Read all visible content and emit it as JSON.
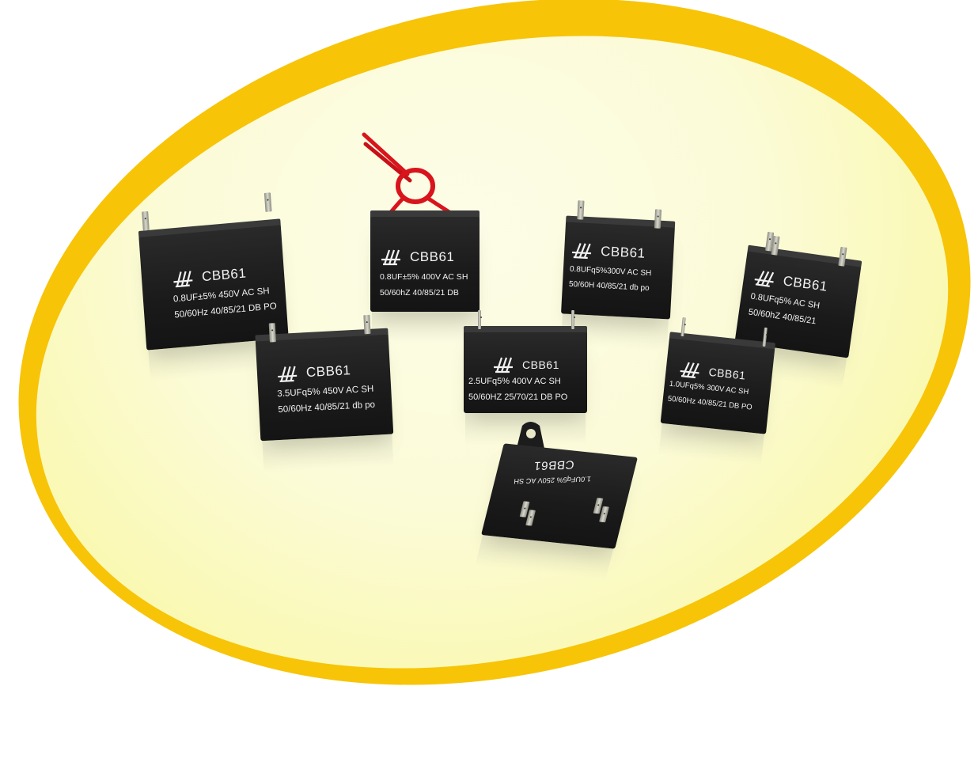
{
  "scene": {
    "description": "Product photo of CBB61 AC fan capacitors on a yellow elliptical backdrop",
    "colors": {
      "ring": "#f7c407",
      "backdrop": "#fbfbd8",
      "capacitor_body": "#1a1a1a",
      "wire": "#d8141c",
      "print": "#f2f2f2"
    }
  },
  "capacitors": [
    {
      "id": "cap-0.8uf-450v-large",
      "brand": "CBB61",
      "line1": "0.8UF±5% 450V AC SH",
      "line2": "50/60Hz 40/85/21 DB PO",
      "terminals": "2 pins"
    },
    {
      "id": "cap-0.8uf-400v-wire",
      "brand": "CBB61",
      "line1": "0.8UF±5% 400V AC SH",
      "line2": "50/60hZ 40/85/21 DB",
      "terminals": "red wire leads"
    },
    {
      "id": "cap-0.8uf-300v",
      "brand": "CBB61",
      "line1": "0.8UFq5%300V AC SH",
      "line2": "50/60H 40/85/21 db po",
      "terminals": "2 quick-connect tabs"
    },
    {
      "id": "cap-0.8uf-right",
      "brand": "CBB61",
      "line1": "0.8UFq5% AC SH",
      "line2": "50/60hZ 40/85/21",
      "terminals": "double quick-connect tabs"
    },
    {
      "id": "cap-3.5uf-450v",
      "brand": "CBB61",
      "line1": "3.5UFq5% 450V AC SH",
      "line2": "50/60Hz 40/85/21 db po",
      "terminals": "2 quick-connect tabs"
    },
    {
      "id": "cap-2.5uf-400v",
      "brand": "CBB61",
      "line1": "2.5UFq5% 400V AC SH",
      "line2": "50/60HZ 25/70/21 DB PO",
      "terminals": "2 pins"
    },
    {
      "id": "cap-1.0uf-300v",
      "brand": "CBB61",
      "line1": "1.0UFq5% 300V AC SH",
      "line2": "50/60Hz 40/85/21 DB PO",
      "terminals": "2 pins"
    },
    {
      "id": "cap-1.0uf-250v-mount",
      "brand": "CBB61",
      "line1": "1.0UFq5% 250V AC SH",
      "line2": "",
      "terminals": "4 quick-connect tabs with mounting ear"
    }
  ]
}
